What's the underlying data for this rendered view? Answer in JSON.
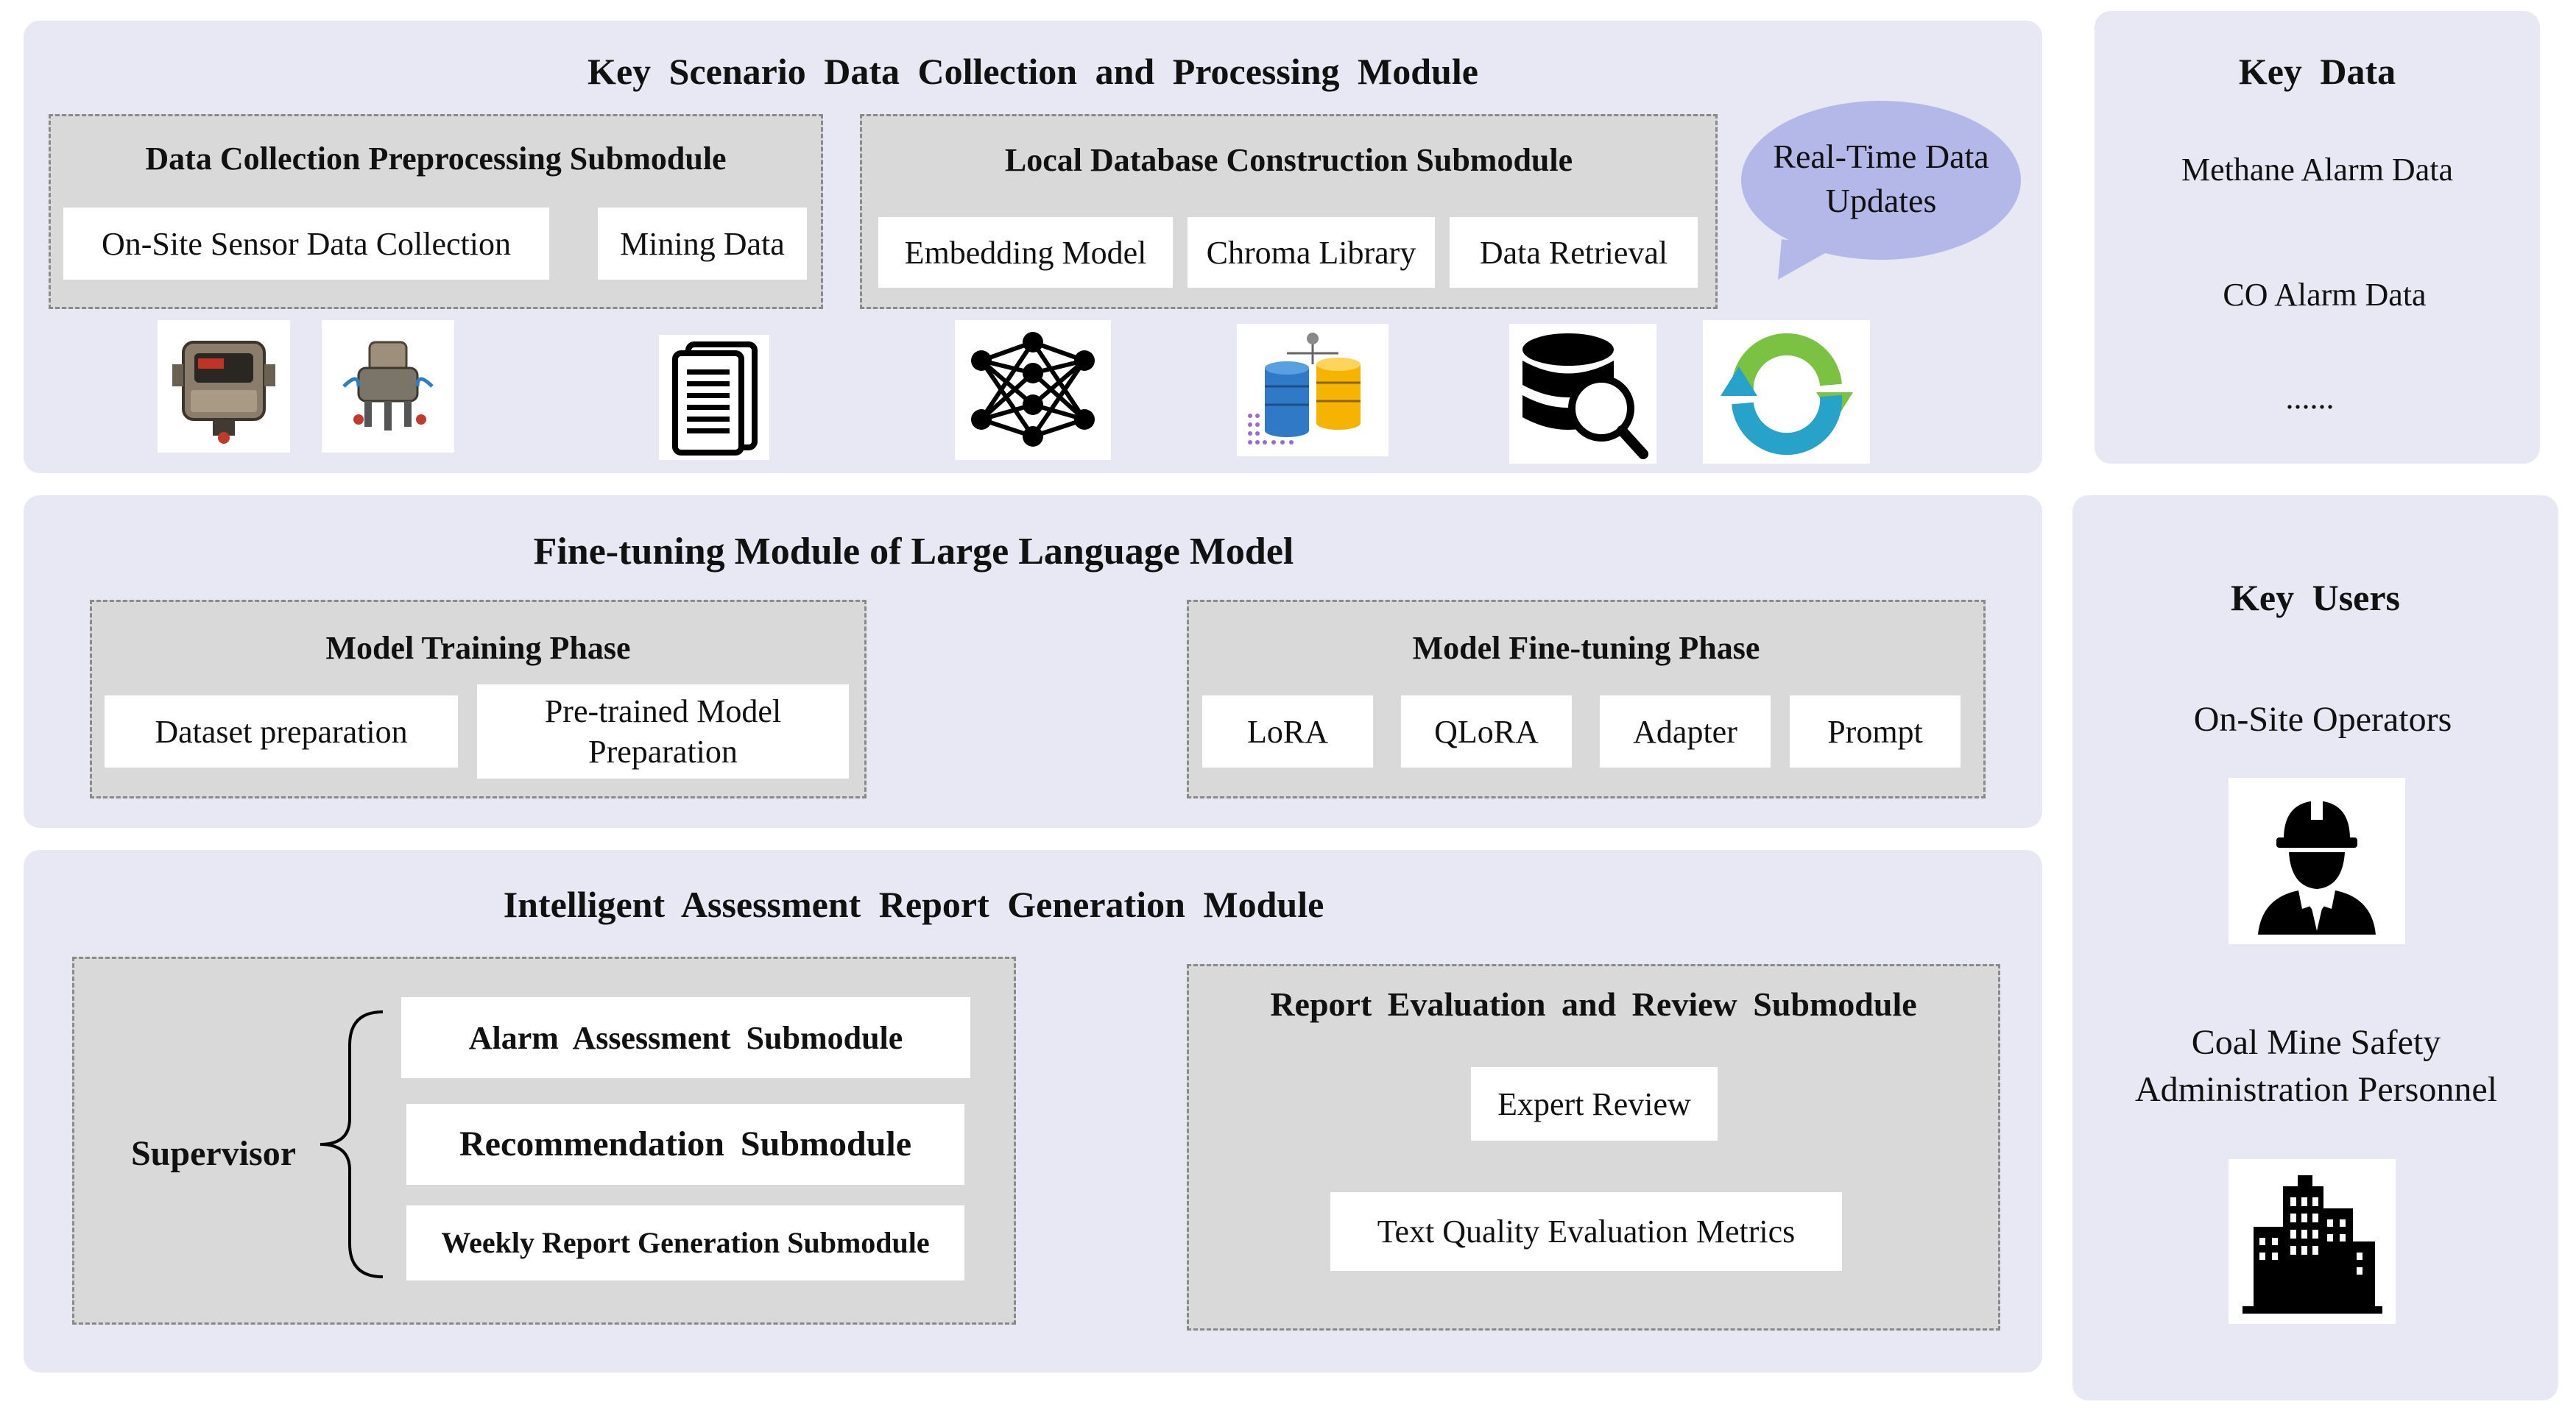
{
  "collection_module": {
    "title": "Key Scenario Data Collection and Processing Module",
    "preprocessing": {
      "title": "Data Collection Preprocessing Submodule",
      "items": [
        "On-Site Sensor Data Collection",
        "Mining Data"
      ]
    },
    "database": {
      "title": "Local Database Construction Submodule",
      "items": [
        "Embedding Model",
        "Chroma Library",
        "Data Retrieval"
      ]
    },
    "bubble": "Real-Time Data Updates",
    "icons": [
      "gas-sensor-icon",
      "sensor-device-icon",
      "document-icon",
      "neural-network-icon",
      "vector-database-icon",
      "database-search-icon",
      "refresh-cycle-icon"
    ]
  },
  "finetune_module": {
    "title": "Fine-tuning Module of Large Language Model",
    "training": {
      "title": "Model Training Phase",
      "items": [
        "Dataset preparation",
        "Pre-trained Model Preparation"
      ]
    },
    "finetuning": {
      "title": "Model Fine-tuning Phase",
      "items": [
        "LoRA",
        "QLoRA",
        "Adapter",
        "Prompt"
      ]
    }
  },
  "report_module": {
    "title": "Intelligent Assessment Report Generation Module",
    "supervisor": "Supervisor",
    "submodules": [
      "Alarm Assessment Submodule",
      "Recommendation Submodule",
      "Weekly Report Generation Submodule"
    ],
    "evaluation": {
      "title": "Report Evaluation and Review Submodule",
      "items": [
        "Expert Review",
        "Text Quality Evaluation Metrics"
      ]
    }
  },
  "key_data": {
    "title": "Key Data",
    "items": [
      "Methane Alarm Data",
      "CO Alarm Data",
      "......"
    ]
  },
  "key_users": {
    "title": "Key Users",
    "items": [
      "On-Site Operators",
      "Coal Mine Safety Administration Personnel"
    ],
    "icons": [
      "worker-icon",
      "building-icon"
    ]
  },
  "colors": {
    "panel": "#e7e8f4",
    "submodule": "#d9d9d9",
    "bubble": "#b4b8e8",
    "cylinder_blue": "#2f79c6",
    "cylinder_gold": "#f4b400",
    "cycle_green": "#7cc242",
    "cycle_blue": "#27a3c9"
  }
}
